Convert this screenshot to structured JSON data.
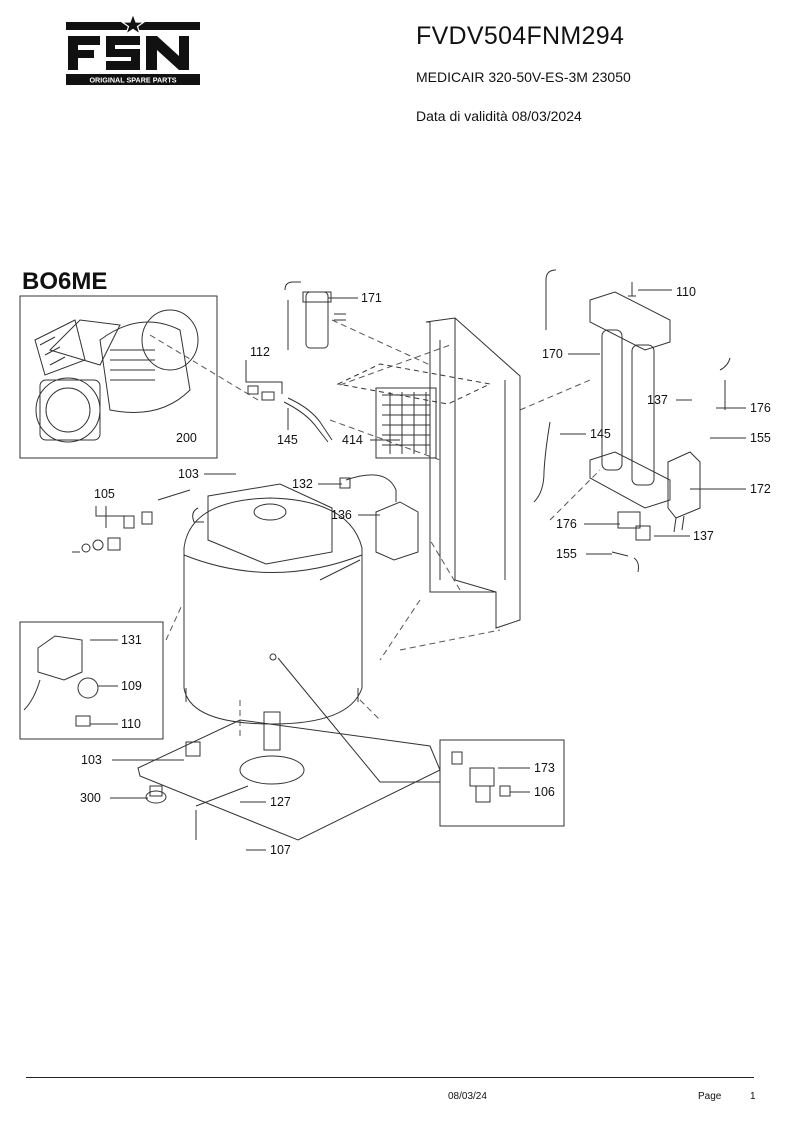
{
  "brand": {
    "name": "FSN",
    "tagline": "ORIGINAL SPARE PARTS"
  },
  "header": {
    "code": "FVDV504FNM294",
    "model": "MEDICAIR 320-50V-ES-3M 23050",
    "validity": "Data di validità 08/03/2024"
  },
  "section_title": "BO6ME",
  "callouts": {
    "c171": "171",
    "c110a": "110",
    "c112": "112",
    "c170": "170",
    "c137a": "137",
    "c176a": "176",
    "c155a": "155",
    "c200": "200",
    "c145a": "145",
    "c414": "414",
    "c145b": "145",
    "c103a": "103",
    "c132": "132",
    "c172": "172",
    "c105": "105",
    "c136": "136",
    "c176b": "176",
    "c137b": "137",
    "c155b": "155",
    "c131": "131",
    "c109": "109",
    "c110b": "110",
    "c103b": "103",
    "c173": "173",
    "c106": "106",
    "c300": "300",
    "c127": "127",
    "c107": "107"
  },
  "footer": {
    "date": "08/03/24",
    "page_label": "Page",
    "page_number": "1"
  }
}
